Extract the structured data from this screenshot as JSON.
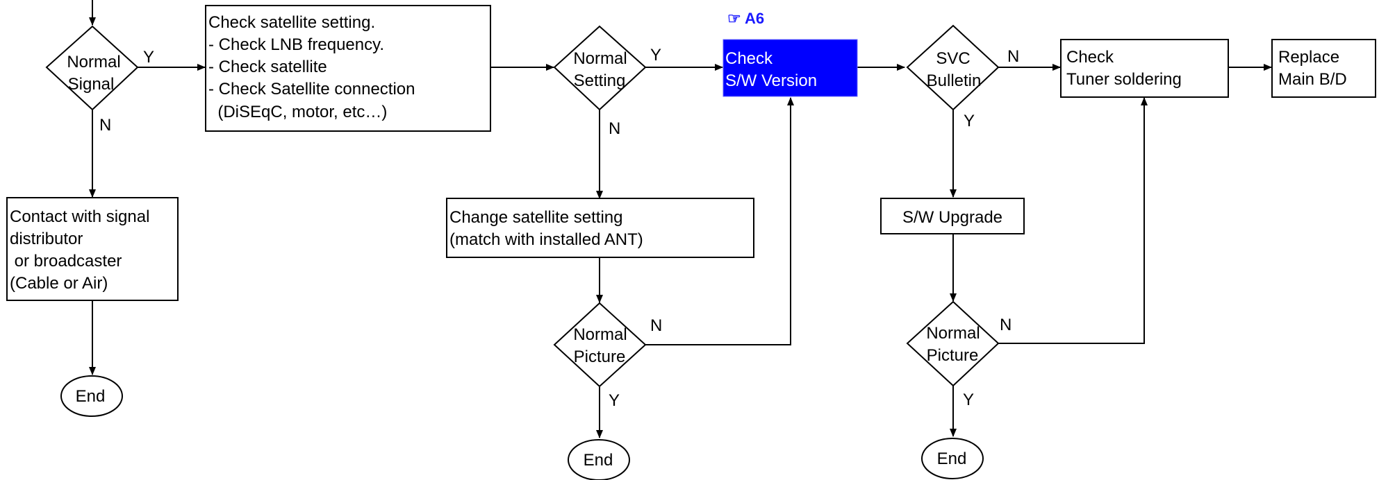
{
  "diagram": {
    "reference_tag": "☞ A6",
    "nodes": {
      "normal_signal": [
        "Normal",
        "Signal"
      ],
      "check_satellite_setting": [
        "Check satellite setting.",
        "- Check LNB frequency.",
        "- Check satellite",
        "- Check Satellite connection",
        "  (DiSEqC, motor, etc…)"
      ],
      "normal_setting": [
        "Normal",
        "Setting"
      ],
      "check_sw_version": [
        "Check",
        "S/W Version"
      ],
      "svc_bulletin": [
        "SVC",
        "Bulletin"
      ],
      "check_tuner": [
        "Check",
        "Tuner soldering"
      ],
      "replace_main": [
        "Replace",
        "Main B/D"
      ],
      "contact_distributor": [
        "Contact with signal",
        "distributor",
        " or broadcaster",
        "(Cable or Air)"
      ],
      "end_1": "End",
      "change_satellite_setting": [
        "Change satellite setting",
        "(match with installed ANT)"
      ],
      "normal_picture_1": [
        "Normal",
        "Picture"
      ],
      "end_2": "End",
      "sw_upgrade": "S/W Upgrade",
      "normal_picture_2": [
        "Normal",
        "Picture"
      ],
      "end_3": "End"
    },
    "edge_labels": {
      "yes": "Y",
      "no": "N"
    },
    "colors": {
      "highlight_fill": "#0000ff",
      "reference_tag": "#1a1aff",
      "line": "#000000"
    }
  }
}
